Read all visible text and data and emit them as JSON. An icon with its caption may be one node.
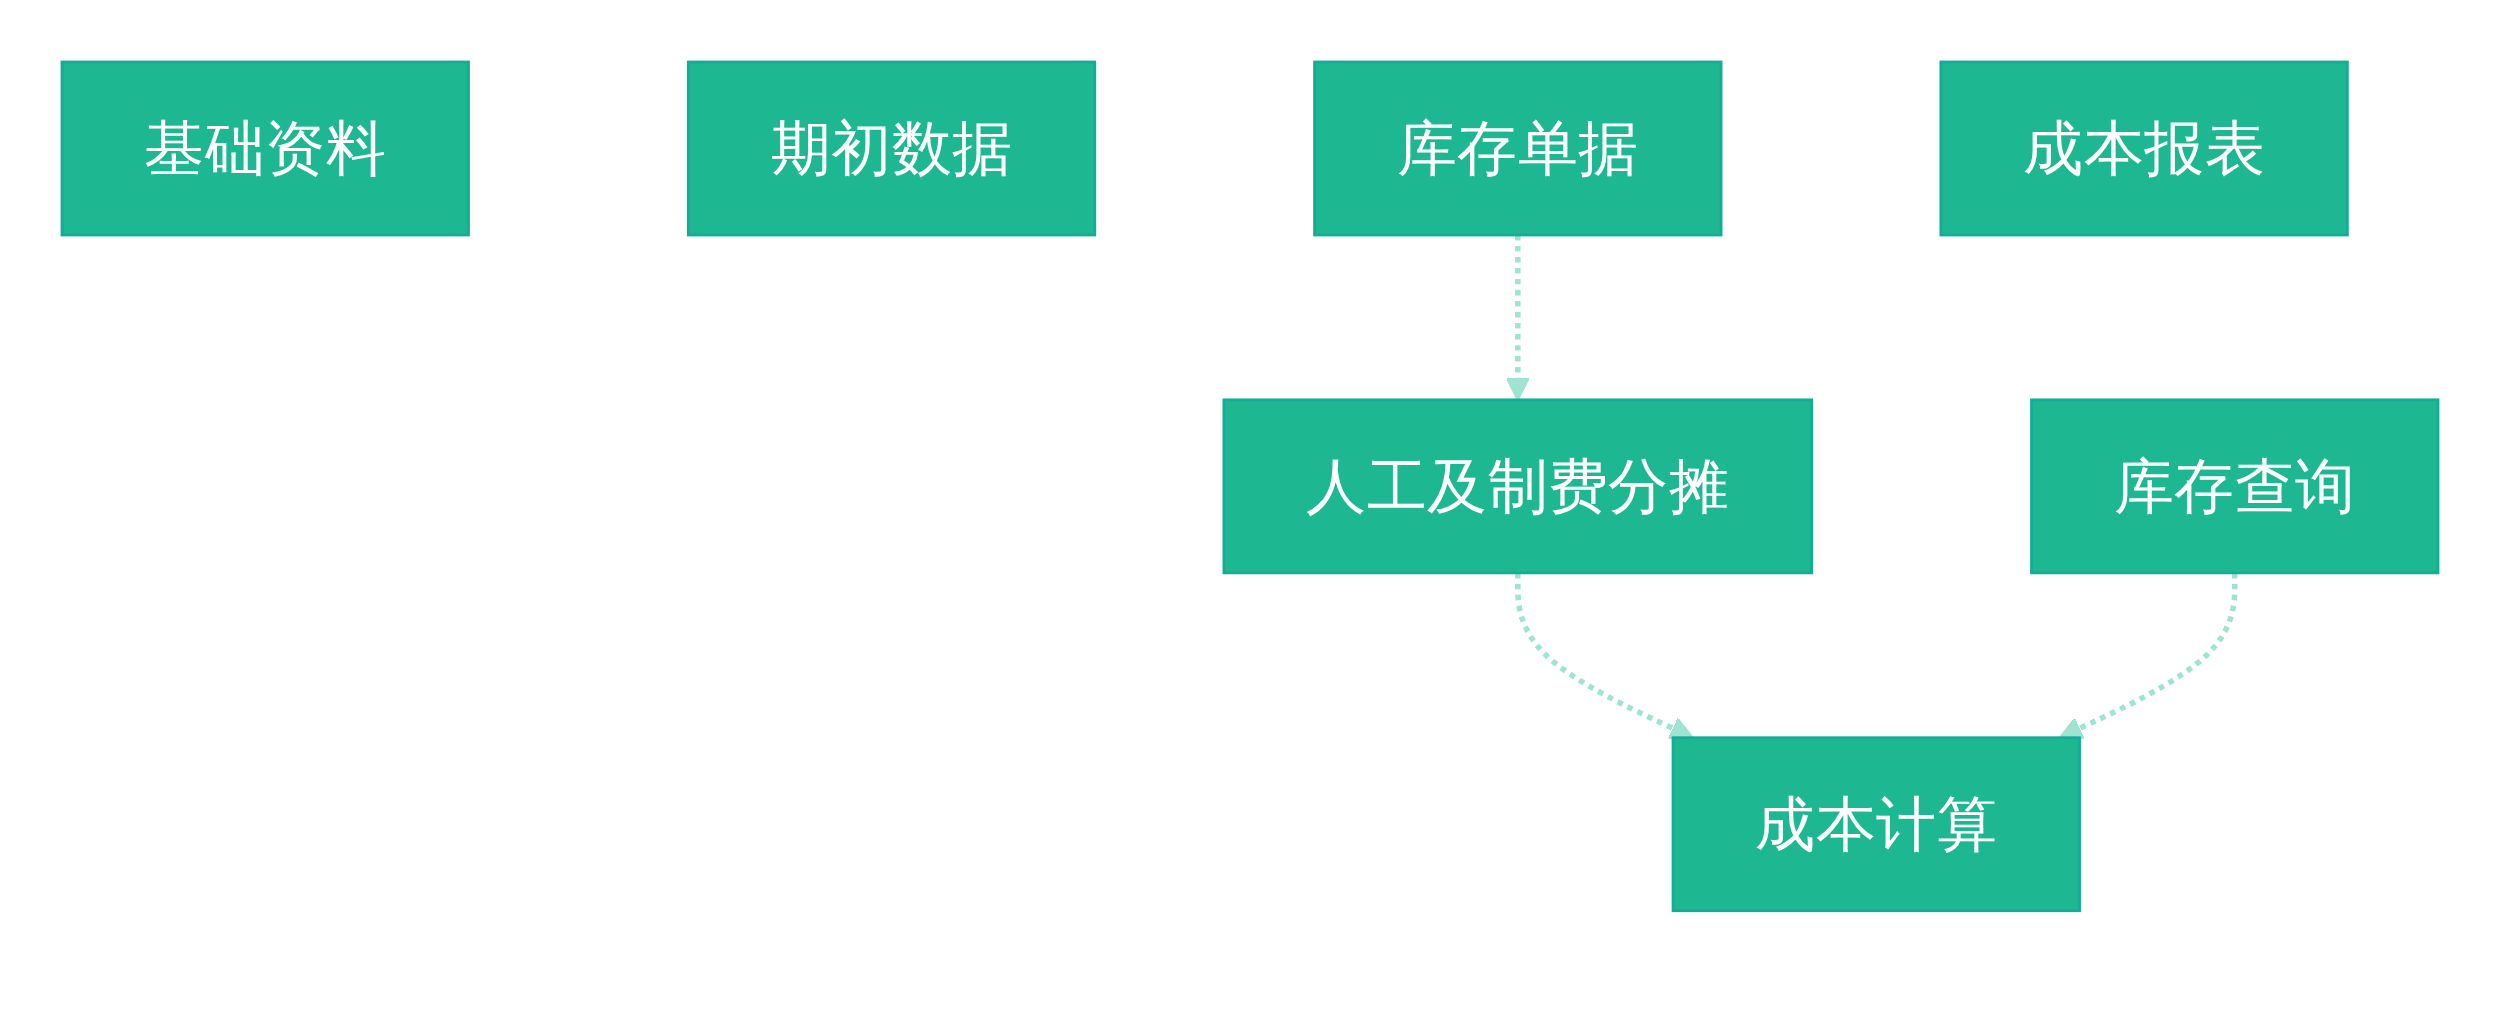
{
  "diagram": {
    "nodes": [
      {
        "text": [
          "基础资料"
        ]
      },
      {
        "text": [
          "期初数据"
        ]
      },
      {
        "text": [
          "库存单据"
        ]
      },
      {
        "text": [
          "人工及制费分摊"
        ]
      },
      {
        "text": [
          "库存查询"
        ]
      },
      {
        "text": [
          "成本计算"
        ]
      },
      {
        "text": [
          "成本报表"
        ]
      }
    ],
    "edges": [
      {
        "from": 2,
        "to": 3,
        "arrow": "to",
        "style": "dashed"
      },
      {
        "from": 3,
        "to": 5,
        "arrow": "to",
        "style": "dashed"
      },
      {
        "from": 4,
        "to": 5,
        "arrow": "to",
        "style": "dashed"
      }
    ]
  }
}
